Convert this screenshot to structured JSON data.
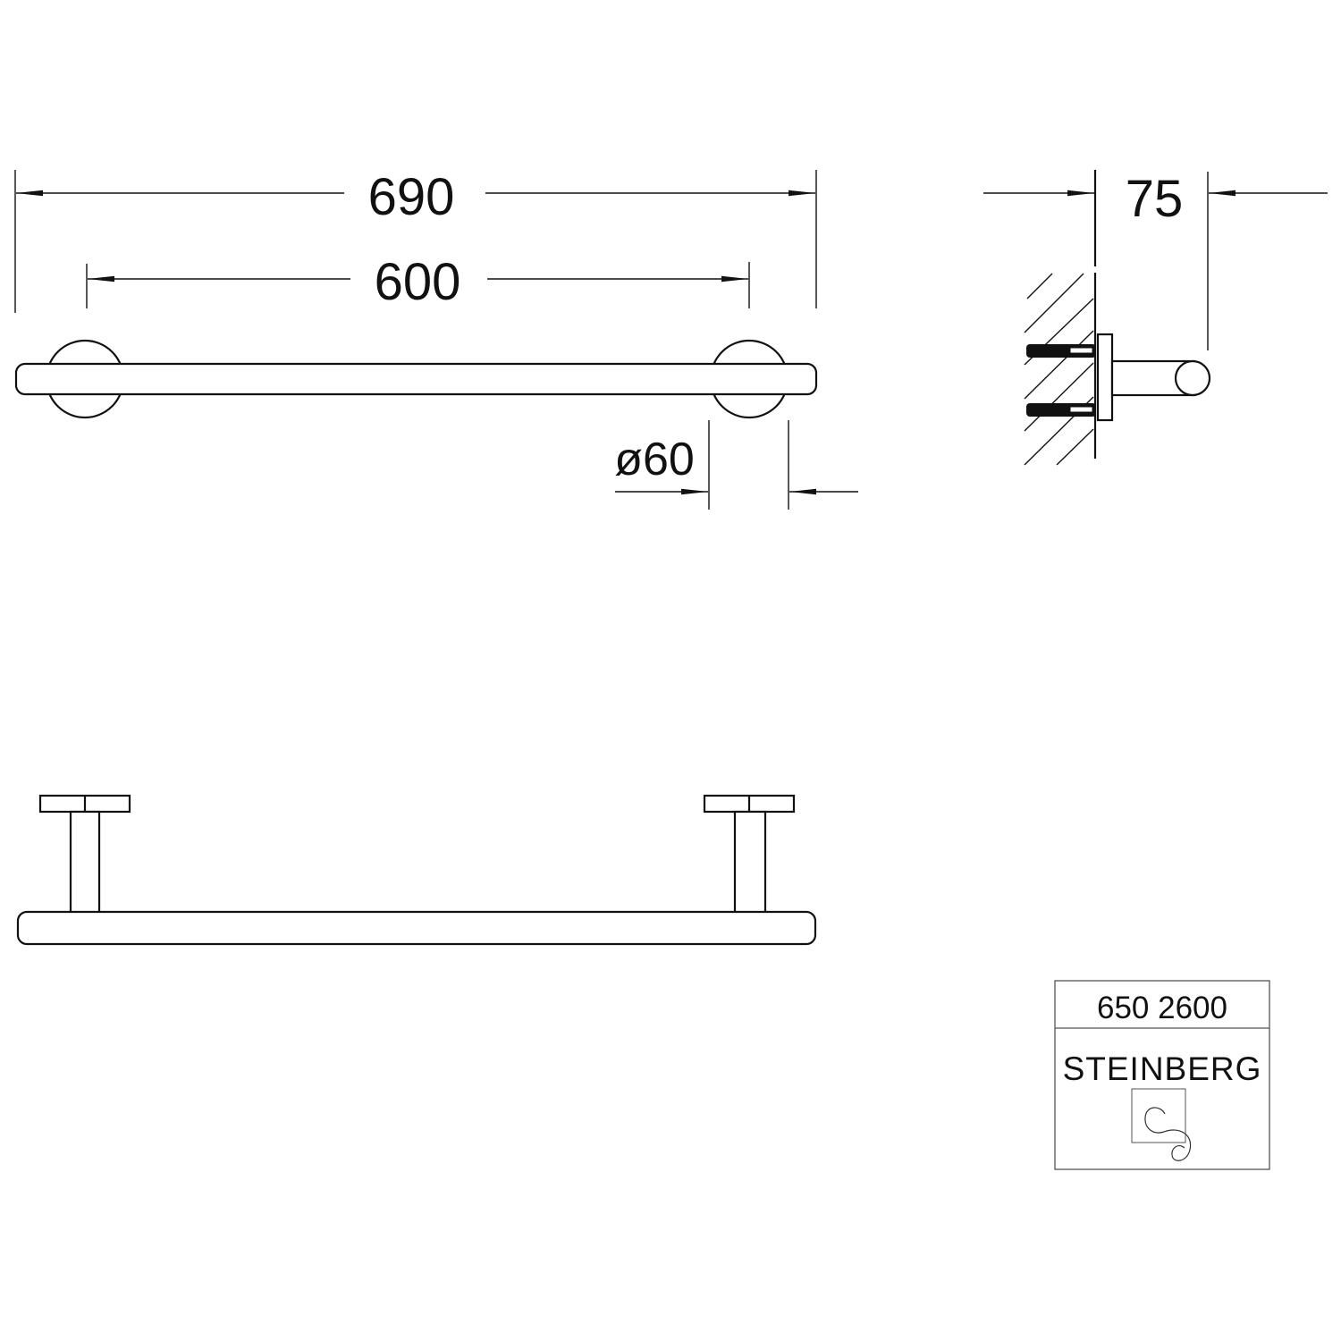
{
  "dimensions": {
    "overall_length": "690",
    "mounting_distance": "600",
    "rosette_diameter": "ø60",
    "projection": "75"
  },
  "title_block": {
    "article_number": "650 2600",
    "brand": "STEINBERG"
  },
  "colors": {
    "line": "#111111",
    "background": "#ffffff"
  }
}
